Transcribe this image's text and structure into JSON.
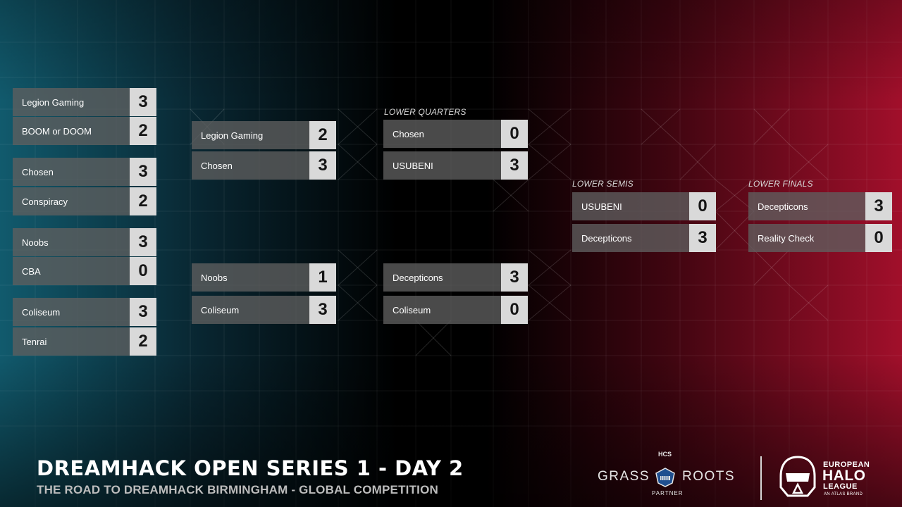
{
  "colors": {
    "accent_left": "#125f73",
    "accent_right": "#aa102d",
    "score_bg": "#d9d9d9",
    "team_bg": "#5f5f5f"
  },
  "round_labels": {
    "lower_quarters": "LOWER QUARTERS",
    "lower_semis": "LOWER SEMIS",
    "lower_finals": "LOWER FINALS"
  },
  "bracket": {
    "round1": [
      {
        "team": "Legion Gaming",
        "score": "3"
      },
      {
        "team": "BOOM or DOOM",
        "score": "2"
      },
      {
        "team": "Chosen",
        "score": "3"
      },
      {
        "team": "Conspiracy",
        "score": "2"
      },
      {
        "team": "Noobs",
        "score": "3"
      },
      {
        "team": "CBA",
        "score": "0"
      },
      {
        "team": "Coliseum",
        "score": "3"
      },
      {
        "team": "Tenrai",
        "score": "2"
      }
    ],
    "round2": [
      {
        "team": "Legion Gaming",
        "score": "2"
      },
      {
        "team": "Chosen",
        "score": "3"
      },
      {
        "team": "Noobs",
        "score": "1"
      },
      {
        "team": "Coliseum",
        "score": "3"
      }
    ],
    "lower_quarters": [
      {
        "team": "Chosen",
        "score": "0"
      },
      {
        "team": "USUBENI",
        "score": "3"
      },
      {
        "team": "Decepticons",
        "score": "3"
      },
      {
        "team": "Coliseum",
        "score": "0"
      }
    ],
    "lower_semis": [
      {
        "team": "USUBENI",
        "score": "0"
      },
      {
        "team": "Decepticons",
        "score": "3"
      }
    ],
    "lower_finals": [
      {
        "team": "Decepticons",
        "score": "3"
      },
      {
        "team": "Reality Check",
        "score": "0"
      }
    ]
  },
  "footer": {
    "title": "DREAMHACK OPEN SERIES 1 - DAY 2",
    "subtitle": "THE ROAD TO DREAMHACK BIRMINGHAM - GLOBAL COMPETITION"
  },
  "sponsor_grassroots": {
    "hcs": "HCS",
    "left": "GRASS",
    "right": "ROOTS",
    "partner": "PARTNER",
    "icon": "fist-emblem-icon"
  },
  "sponsor_ehl": {
    "line1": "EUROPEAN",
    "line2": "HALO",
    "line3": "LEAGUE",
    "line4": "AN ATLAS BRAND",
    "icon": "spartan-helmet-icon"
  }
}
